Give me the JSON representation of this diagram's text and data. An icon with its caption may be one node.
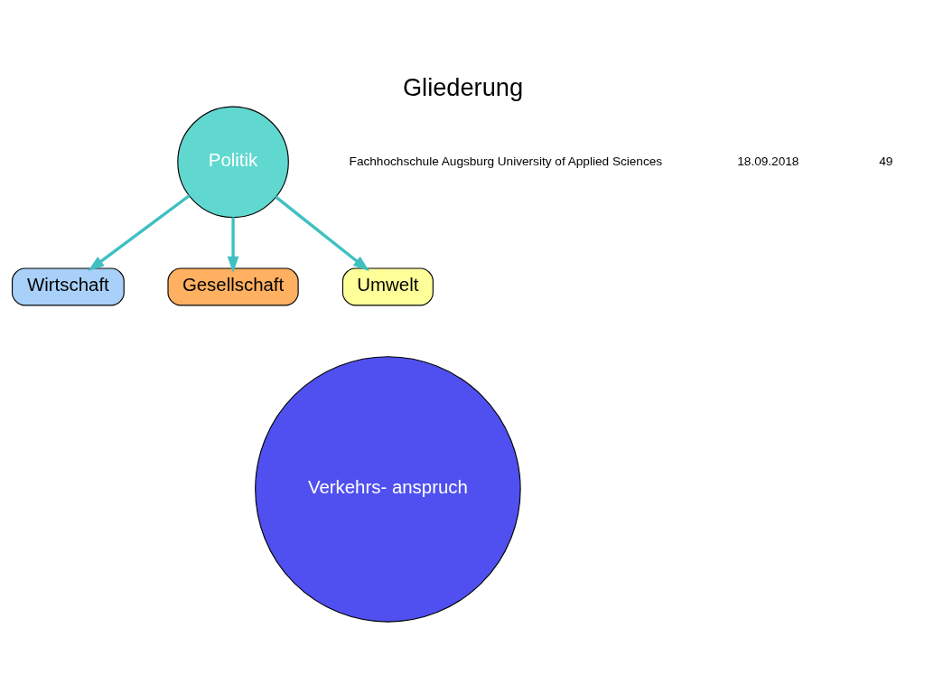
{
  "diagram": {
    "title": "Gliederung",
    "nodes": [
      {
        "text": [
          "Wirtschaft"
        ]
      },
      {
        "text": [
          "Gesellschaft"
        ]
      },
      {
        "text": [
          "Politik"
        ]
      },
      {
        "text": [
          "Umwelt"
        ]
      },
      {
        "text": [
          "Verkehrs- anspruch"
        ]
      }
    ],
    "edges": [
      {
        "from": 2,
        "to": 0,
        "arrow": "to"
      },
      {
        "from": 2,
        "to": 1,
        "arrow": "to"
      },
      {
        "from": 2,
        "to": 3,
        "arrow": "to"
      }
    ],
    "labels": [
      "Fachhochschule Augsburg University of Applied Sciences",
      "18.09.2018",
      "49"
    ]
  }
}
